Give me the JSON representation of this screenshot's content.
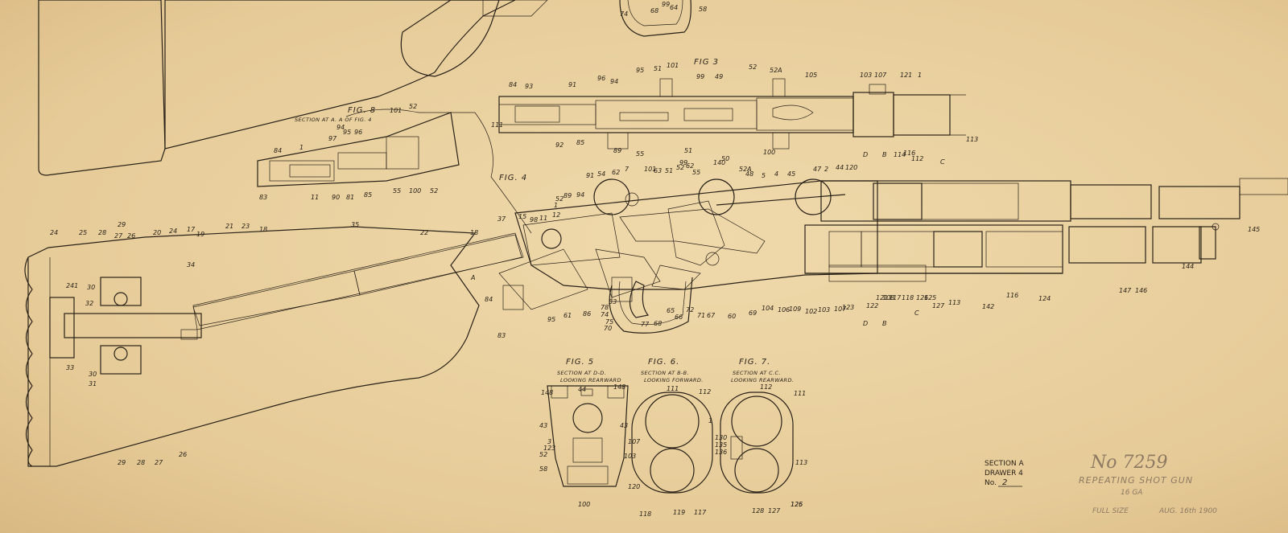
{
  "figures": {
    "fig3": "FIG 3",
    "fig4": "FIG. 4",
    "fig5": "FIG. 5",
    "fig6": "FIG. 6.",
    "fig7": "FIG. 7.",
    "fig8": "FIG. 8"
  },
  "captions": {
    "fig8": "SECTION AT A. A OF FIG. 4",
    "fig5_line1": "SECTION AT D-D.",
    "fig5_line2": "LOOKING REARWARD",
    "fig6_line1": "SECTION AT B-B.",
    "fig6_line2": "LOOKING FORWARD.",
    "fig7_line1": "SECTION AT C.C.",
    "fig7_line2": "LOOKING REARWARD."
  },
  "section_letters": {
    "a": "A",
    "b": "B",
    "c": "C",
    "d": "D"
  },
  "title_block": {
    "number": "No 7259",
    "name": "REPEATING SHOT GUN",
    "gauge": "16 GA",
    "scale": "FULL SIZE",
    "date": "AUG. 16th 1900"
  },
  "drawer_stamp": {
    "section": "SECTION A",
    "drawer": "DRAWER 4",
    "no_label": "No.",
    "no_value": "2"
  },
  "part_numbers": {
    "top": [
      "74",
      "68",
      "99",
      "64",
      "58"
    ],
    "fig3": [
      "84",
      "93",
      "91",
      "96",
      "94",
      "95",
      "51",
      "101",
      "99",
      "49",
      "52",
      "52A",
      "105",
      "103",
      "107",
      "121",
      "1",
      "111",
      "92",
      "85",
      "89",
      "55",
      "51",
      "100",
      "113"
    ],
    "fig8": [
      "101",
      "52",
      "84",
      "1",
      "97",
      "95",
      "94",
      "96",
      "83",
      "11",
      "90",
      "81",
      "85",
      "55",
      "100",
      "52"
    ],
    "fig4_upper": [
      "37",
      "15",
      "98",
      "11",
      "12",
      "1",
      "52",
      "89",
      "94",
      "91",
      "54",
      "62",
      "7",
      "101",
      "63",
      "51",
      "52",
      "99",
      "62",
      "55",
      "140",
      "50",
      "52A",
      "48",
      "5",
      "4",
      "45",
      "47",
      "2",
      "44",
      "120",
      "114",
      "116",
      "112"
    ],
    "fig4_lower": [
      "84",
      "83",
      "95",
      "61",
      "86",
      "53",
      "78",
      "74",
      "75",
      "70",
      "77",
      "68",
      "66",
      "65",
      "72",
      "71",
      "67",
      "60",
      "69",
      "104",
      "106",
      "109",
      "102",
      "103",
      "107",
      "123",
      "122",
      "121",
      "108",
      "117",
      "118",
      "126",
      "125",
      "127",
      "113",
      "142",
      "116",
      "124",
      "147",
      "146",
      "144",
      "145"
    ],
    "stock": [
      "24",
      "25",
      "28",
      "27",
      "26",
      "29",
      "20",
      "24",
      "17",
      "19",
      "21",
      "23",
      "18",
      "35",
      "22",
      "18",
      "34",
      "241",
      "30",
      "32",
      "33",
      "30",
      "31",
      "29",
      "28",
      "27",
      "26"
    ],
    "fig5": [
      "148",
      "44",
      "148",
      "43",
      "43",
      "3",
      "107",
      "123",
      "52",
      "103",
      "58",
      "100"
    ],
    "fig6": [
      "111",
      "112",
      "1",
      "120",
      "119",
      "117",
      "118"
    ],
    "fig7": [
      "112",
      "111",
      "130",
      "135",
      "136",
      "113",
      "128",
      "127",
      "125",
      "126"
    ]
  },
  "colors": {
    "paper": "#ead3a4",
    "wood": "#dfbe91",
    "steel": "#a9a59a",
    "copper": "#cf8a6e",
    "brass": "#d8c24b",
    "spring_green": "#b7b246",
    "spring_red": "#b8664a",
    "ink": "#2a2218"
  }
}
